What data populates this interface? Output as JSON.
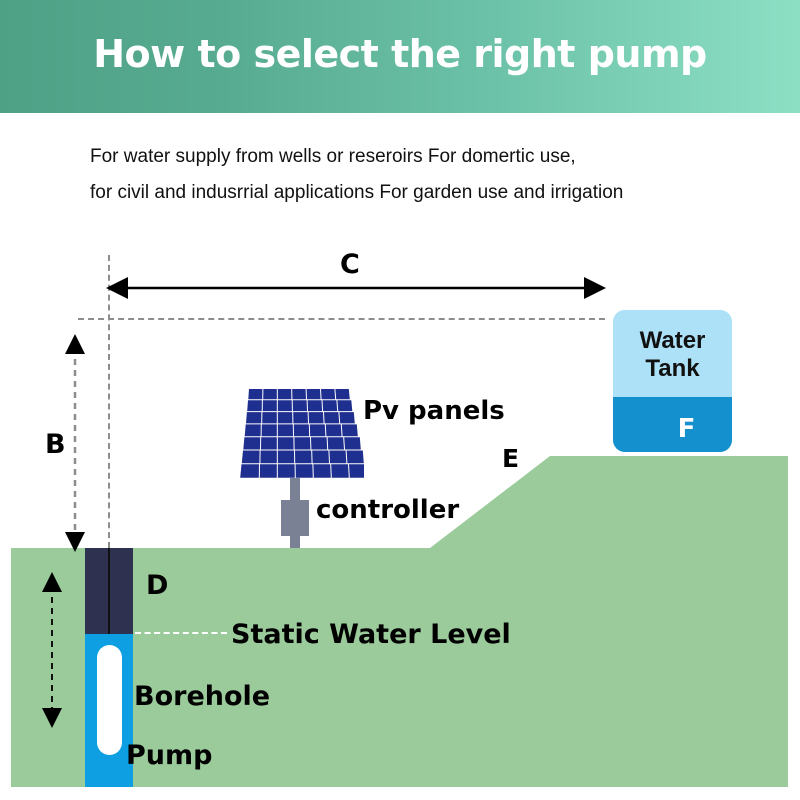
{
  "header": {
    "title": "How to select the right pump",
    "gradient_from": "#4fa186",
    "gradient_to": "#8ddfc4"
  },
  "intro": {
    "line1": "For water supply from wells or reseroirs For domertic use,",
    "line2": "for civil and indusrrial applications For garden use and irrigation"
  },
  "diagram": {
    "dimension_labels": {
      "horizontal_distance": "C",
      "tank_height": "B",
      "casing_depth": "D",
      "hill_height": "E",
      "tank_fill": "F"
    },
    "labels": {
      "pv_panels": "Pv panels",
      "controller": "controller",
      "static_water_level": "Static Water Level",
      "borehole": "Borehole",
      "pump": "Pump",
      "water_tank": "Water\nTank",
      "water_tank_line1": "Water",
      "water_tank_line2": "Tank"
    },
    "colors": {
      "ground": "#9bcb9b",
      "tank_top": "#ade1f7",
      "tank_bottom": "#1490ce",
      "borehole_casing": "#2e3250",
      "borehole_water": "#0d9fe2",
      "pv_cell": "#1f2f8f",
      "controller": "#7a8194",
      "dimension_line": "#8d8d8d"
    }
  }
}
